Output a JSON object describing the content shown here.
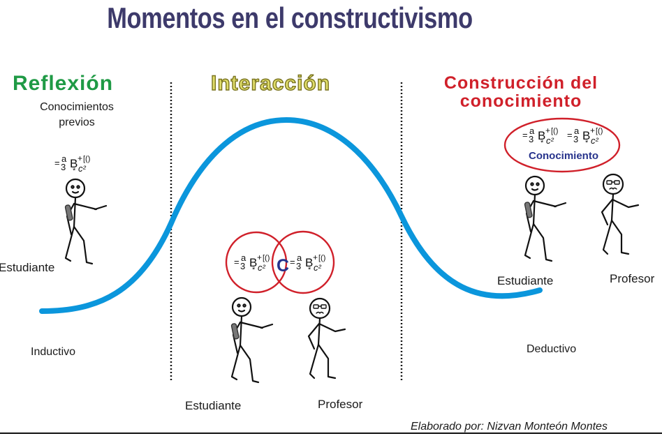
{
  "title": "Momentos en el constructivismo",
  "sections": {
    "reflexion": {
      "heading": "Reflexión",
      "subheading_line1": "Conocimientos",
      "subheading_line2": "previos",
      "student_label": "Estudiante",
      "mode_label": "Inductivo"
    },
    "interaccion": {
      "heading": "Interacción",
      "center_letter": "C",
      "student_label": "Estudiante",
      "teacher_label": "Profesor"
    },
    "construccion": {
      "heading_line1": "Construcción del",
      "heading_line2": "conocimiento",
      "bubble_label": "Conocimiento",
      "student_label": "Estudiante",
      "teacher_label": "Profesor",
      "mode_label": "Deductivo"
    }
  },
  "formula_glyphs": {
    "eq": "=",
    "three": "3",
    "a": "a",
    "b": "B",
    "star": "*",
    "plus": "+",
    "brackets": "[()",
    "c2": "c²"
  },
  "credit": "Elaborado por: Nizvan Monteón Montes",
  "colors": {
    "title": "#3d3a6b",
    "reflexion": "#1f9a45",
    "interaccion": "#e0dd6a",
    "construccion": "#d0202a",
    "curve": "#0b96dc",
    "circles": "#d0202a",
    "accent_letter": "#27338c"
  }
}
